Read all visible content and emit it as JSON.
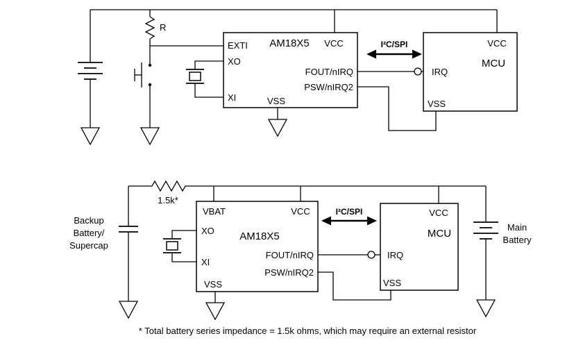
{
  "figure": {
    "top": {
      "resistor": "R",
      "rtc": {
        "name": "AM18X5",
        "pin_exti": "EXTI",
        "pin_xo": "XO",
        "pin_xi": "XI",
        "pin_vcc": "VCC",
        "pin_fout": "FOUT/nIRQ",
        "pin_psw": "PSW/nIRQ2",
        "pin_vss": "VSS"
      },
      "bus": "I²C/SPI",
      "mcu": {
        "name": "MCU",
        "pin_vcc": "VCC",
        "pin_irq": "IRQ",
        "pin_vss": "VSS"
      }
    },
    "bottom": {
      "resistor": "1.5k*",
      "backup_line1": "Backup",
      "backup_line2": "Battery/",
      "backup_line3": "Supercap",
      "rtc": {
        "name": "AM18X5",
        "pin_vbat": "VBAT",
        "pin_xo": "XO",
        "pin_xi": "XI",
        "pin_vcc": "VCC",
        "pin_fout": "FOUT/nIRQ",
        "pin_psw": "PSW/nIRQ2",
        "pin_vss": "VSS"
      },
      "bus": "I²C/SPI",
      "mcu": {
        "name": "MCU",
        "pin_vcc": "VCC",
        "pin_irq": "IRQ",
        "pin_vss": "VSS"
      },
      "main_battery_line1": "Main",
      "main_battery_line2": "Battery"
    },
    "footnote": "* Total battery series impedance = 1.5k ohms, which may require an external resistor",
    "colors": {
      "line": "#000000",
      "background": "#ffffff"
    }
  }
}
